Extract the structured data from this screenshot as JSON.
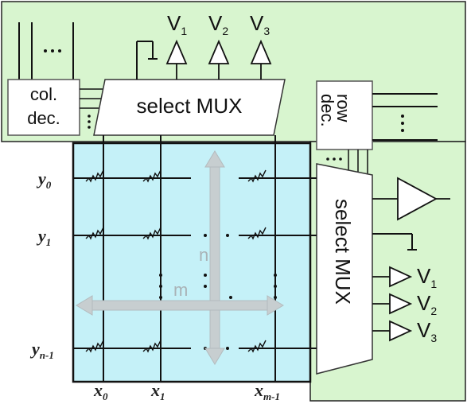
{
  "outputs_top": [
    {
      "main": "V",
      "sub": "1"
    },
    {
      "main": "V",
      "sub": "2"
    },
    {
      "main": "V",
      "sub": "3"
    }
  ],
  "outputs_right": [
    {
      "main": "V",
      "sub": "1"
    },
    {
      "main": "V",
      "sub": "2"
    },
    {
      "main": "V",
      "sub": "3"
    }
  ],
  "col_dec": {
    "line1": "col.",
    "line2": "dec."
  },
  "row_dec": {
    "line1": "row",
    "line2": "dec."
  },
  "mux_top": {
    "label": "select MUX"
  },
  "mux_right": {
    "label": "select MUX"
  },
  "array": {
    "n_label": "n",
    "m_label": "m"
  },
  "row_labels": [
    {
      "main": "y",
      "sub": "0"
    },
    {
      "main": "y",
      "sub": "1"
    },
    {
      "main": "y",
      "sub": "n-1"
    }
  ],
  "col_labels": [
    {
      "main": "x",
      "sub": "0"
    },
    {
      "main": "x",
      "sub": "1"
    },
    {
      "main": "x",
      "sub": "m-1"
    }
  ],
  "colors": {
    "green_panel": "#d8f5cf",
    "array_fill": "#c5f1f8",
    "line": "#111111",
    "arrow": "#c7ced0"
  }
}
